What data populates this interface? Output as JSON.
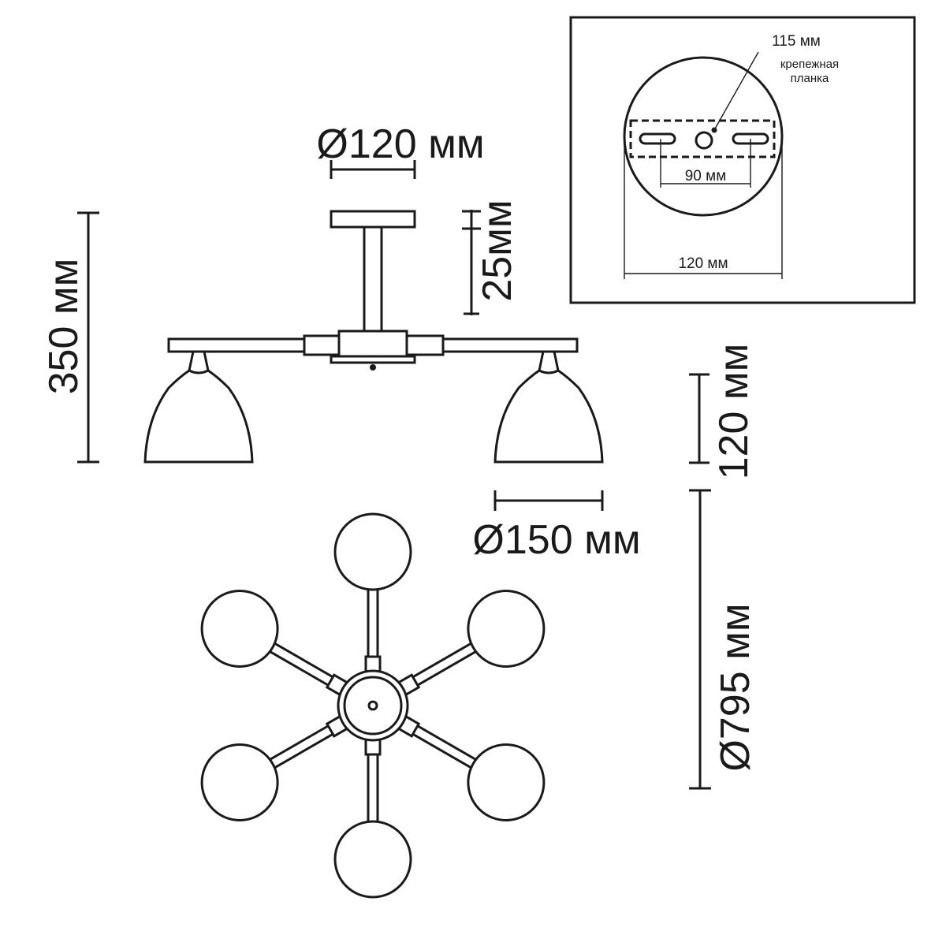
{
  "dimensions": {
    "top_diameter": "Ø120 мм",
    "stem_height": "25мм",
    "total_height": "350 мм",
    "shade_height": "120 мм",
    "shade_diameter": "Ø150 мм",
    "total_diameter": "Ø795 мм"
  },
  "inset": {
    "plate_offset": "115 мм",
    "plate_label_line1": "крепежная",
    "plate_label_line2": "планка",
    "slot_distance": "90 мм",
    "base_diameter": "120 мм"
  },
  "colors": {
    "line": "#1a1a1a",
    "background": "#ffffff"
  }
}
